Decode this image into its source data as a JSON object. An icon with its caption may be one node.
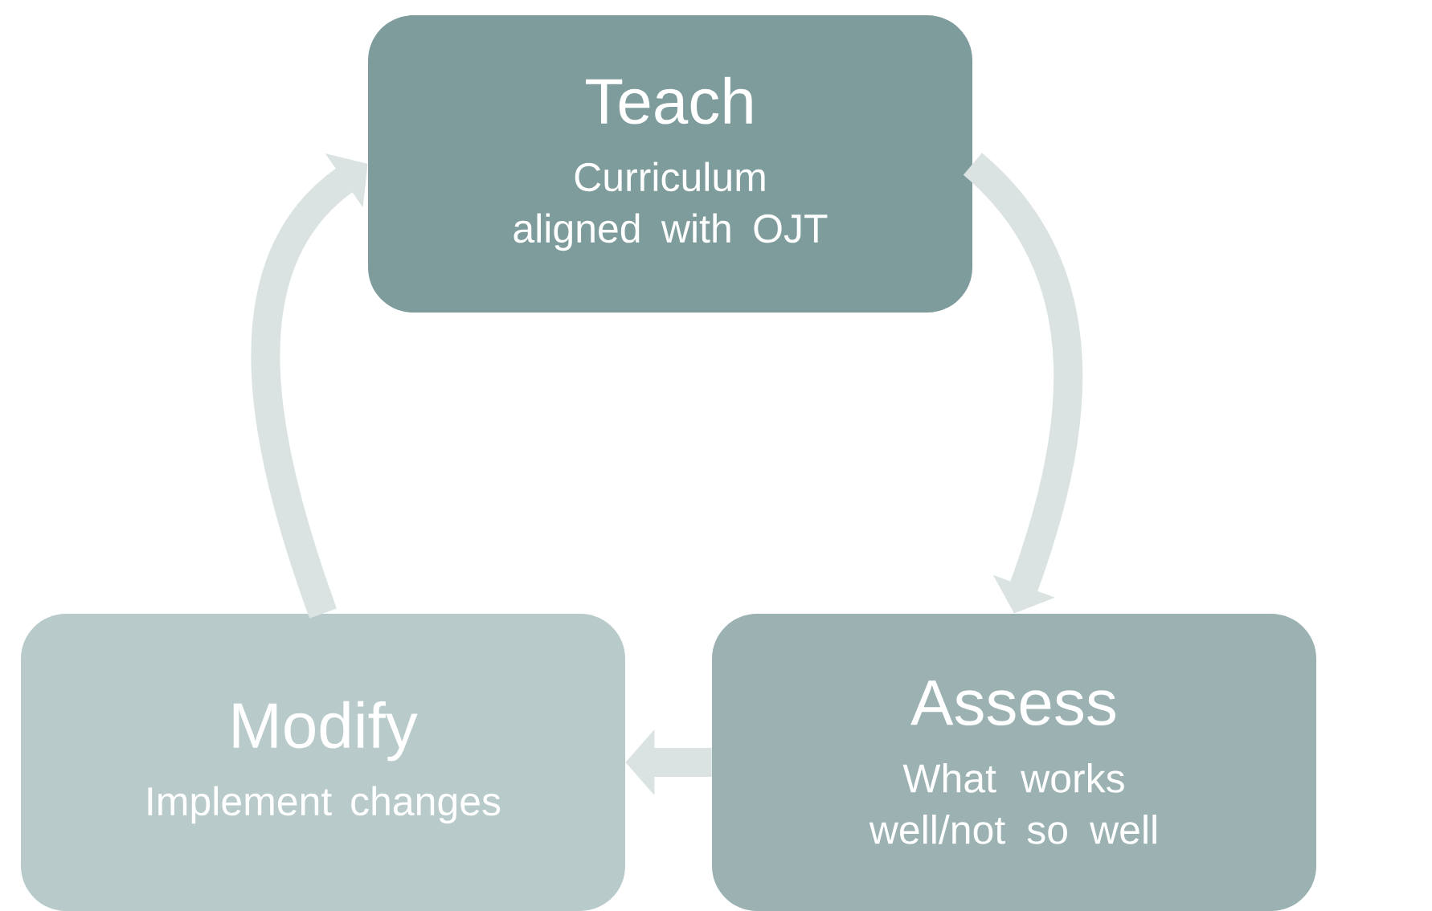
{
  "diagram": {
    "nodes": [
      {
        "text": [
          "Teach",
          "Curriculum aligned with OJT"
        ]
      },
      {
        "text": [
          "Modify",
          "Implement changes"
        ]
      },
      {
        "text": [
          "Assess",
          "What works well/not so well"
        ]
      }
    ],
    "edges": [
      {
        "from": 0,
        "to": 2,
        "arrow": "to"
      },
      {
        "from": 2,
        "to": 1,
        "arrow": "to"
      },
      {
        "from": 1,
        "to": 0,
        "arrow": "to"
      }
    ]
  }
}
